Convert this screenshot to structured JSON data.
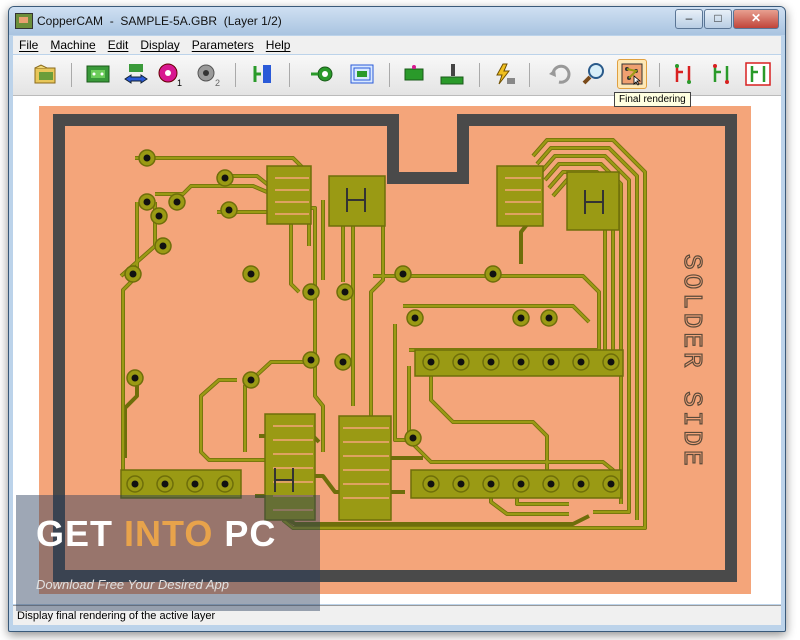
{
  "window": {
    "title": "CopperCAM  -  SAMPLE-5A.GBR  (Layer 1/2)",
    "buttons": {
      "minimize": "–",
      "maximize": "□",
      "close": "✕"
    }
  },
  "menu": [
    "File",
    "Machine",
    "Edit",
    "Display",
    "Parameters",
    "Help"
  ],
  "toolbar": {
    "tools": [
      "open-icon",
      "board-icon",
      "mirror-arrows-icon",
      "drill-1-icon",
      "drill-2-icon",
      "layer-toggle-icon",
      "isolation-icon",
      "contours-icon",
      "pad-icon",
      "machining-icon",
      "lightning-icon",
      "undo-icon",
      "zoom-icon",
      "final-rendering-icon",
      "route-1-icon",
      "route-2-icon",
      "route-3-icon"
    ],
    "tool_badges": {
      "drill1": "1",
      "drill2": "2"
    },
    "active_tool": "final-rendering-icon"
  },
  "tooltip": {
    "text": "Final rendering"
  },
  "canvas": {
    "board_label": "SOLDER SIDE",
    "colors": {
      "background": "#ffffff",
      "board": "#f4a57a",
      "outline": "#4a4a4a",
      "copper": "#9a9a14",
      "trace_edge": "#6e6e0a",
      "hole": "#111111"
    }
  },
  "status": {
    "text": "Display final rendering of the active layer"
  },
  "watermark": {
    "part1": "GET ",
    "part2": "INTO",
    "part3": " PC",
    "subtitle": "Download Free Your Desired App"
  }
}
